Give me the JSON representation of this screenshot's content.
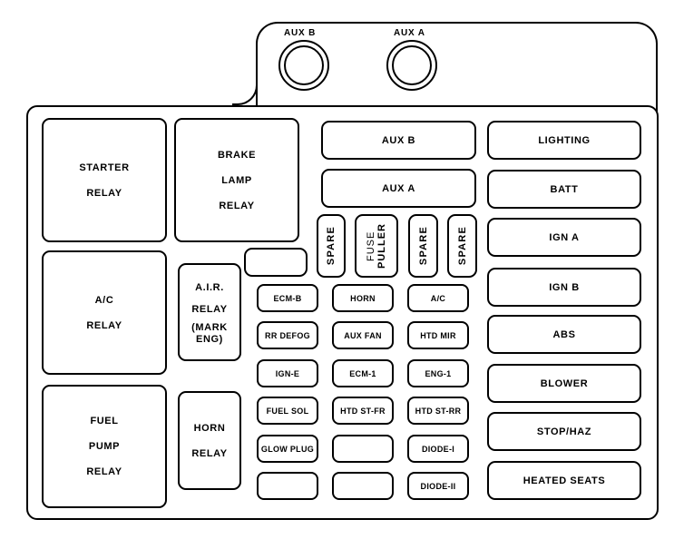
{
  "top_tab": {
    "studs": [
      {
        "label": "AUX B"
      },
      {
        "label": "AUX A"
      }
    ]
  },
  "relays": {
    "starter": [
      "STARTER",
      "RELAY"
    ],
    "brake_lamp": [
      "BRAKE",
      "LAMP",
      "RELAY"
    ],
    "ac": [
      "A/C",
      "RELAY"
    ],
    "air": [
      "A.I.R.",
      "RELAY",
      "(MARK",
      "ENG)"
    ],
    "fuel_pump": [
      "FUEL",
      "PUMP",
      "RELAY"
    ],
    "horn": [
      "HORN",
      "RELAY"
    ]
  },
  "maxi_fuses": {
    "aux_b": "AUX B",
    "aux_a": "AUX A"
  },
  "vertical_slots": {
    "spare1": "SPARE",
    "fuse_puller": [
      "FUSE",
      "PULLER"
    ],
    "spare2": "SPARE",
    "spare3": "SPARE"
  },
  "mini_fuses": {
    "rows": [
      [
        "ECM-B",
        "HORN",
        "A/C"
      ],
      [
        "RR DEFOG",
        "AUX FAN",
        "HTD MIR"
      ],
      [
        "IGN-E",
        "ECM-1",
        "ENG-1"
      ],
      [
        "FUEL SOL",
        "HTD ST-FR",
        "HTD ST-RR"
      ],
      [
        "GLOW PLUG",
        "",
        "DIODE-I"
      ],
      [
        "",
        "",
        "DIODE-II"
      ]
    ]
  },
  "right_column": [
    "LIGHTING",
    "BATT",
    "IGN A",
    "IGN B",
    "ABS",
    "BLOWER",
    "STOP/HAZ",
    "HEATED SEATS"
  ]
}
